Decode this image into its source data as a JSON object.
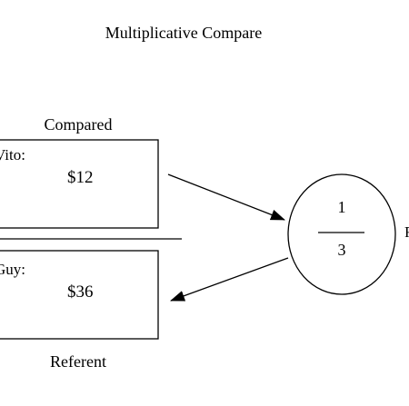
{
  "title": "Multiplicative Compare",
  "compared": {
    "label": "Compared",
    "name": "Vito:",
    "amount": "$12"
  },
  "referent": {
    "label": "Referent",
    "name": "Guy:",
    "amount": "$36"
  },
  "ratio": {
    "numerator": "1",
    "denominator": "3",
    "side_label": "R"
  },
  "colors": {
    "stroke": "#000000",
    "background": "#ffffff"
  }
}
